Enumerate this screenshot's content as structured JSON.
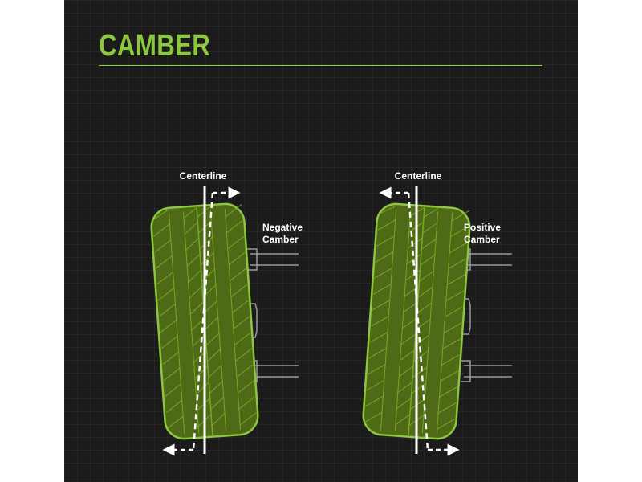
{
  "title": "CAMBER",
  "colors": {
    "background": "#1b1b1b",
    "accent": "#8dc63f",
    "tire_fill": "#4e6a16",
    "line": "#ffffff"
  },
  "diagrams": [
    {
      "centerline_label": "Centerline",
      "camber_label_line1": "Negative",
      "camber_label_line2": "Camber"
    },
    {
      "centerline_label": "Centerline",
      "camber_label_line1": "Positive",
      "camber_label_line2": "Camber"
    }
  ]
}
